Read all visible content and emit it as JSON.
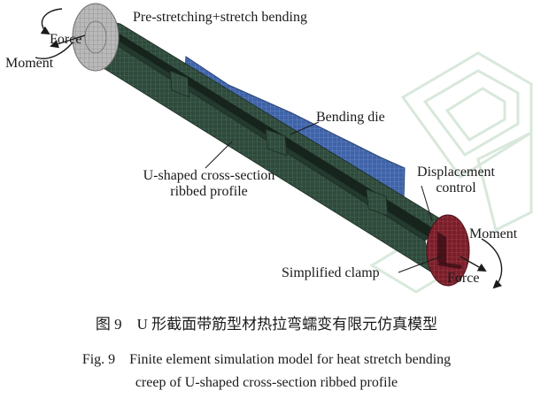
{
  "labels": {
    "force_left": "Force",
    "moment_left": "Moment",
    "process": "Pre-stretching+stretch bending",
    "bending_die": "Bending die",
    "profile_line1": "U-shaped cross-section",
    "profile_line2": "ribbed profile",
    "displacement_line1": "Displacement",
    "displacement_line2": "control",
    "moment_right": "Moment",
    "clamp": "Simplified clamp",
    "force_right": "Force"
  },
  "caption": {
    "cn": "图 9　U 形截面带筋型材热拉弯蠕变有限元仿真模型",
    "en_line1": "Fig. 9　Finite element simulation model for heat stretch bending",
    "en_line2": "creep of U-shaped cross-section ribbed profile"
  },
  "colors": {
    "profile_mesh": "#2f4a3c",
    "profile_dark": "#1c2d24",
    "die_mesh": "#3f63a8",
    "left_clamp": "#b9b9b9",
    "right_clamp": "#7a1f2a",
    "watermark": "#cfe3d3"
  }
}
